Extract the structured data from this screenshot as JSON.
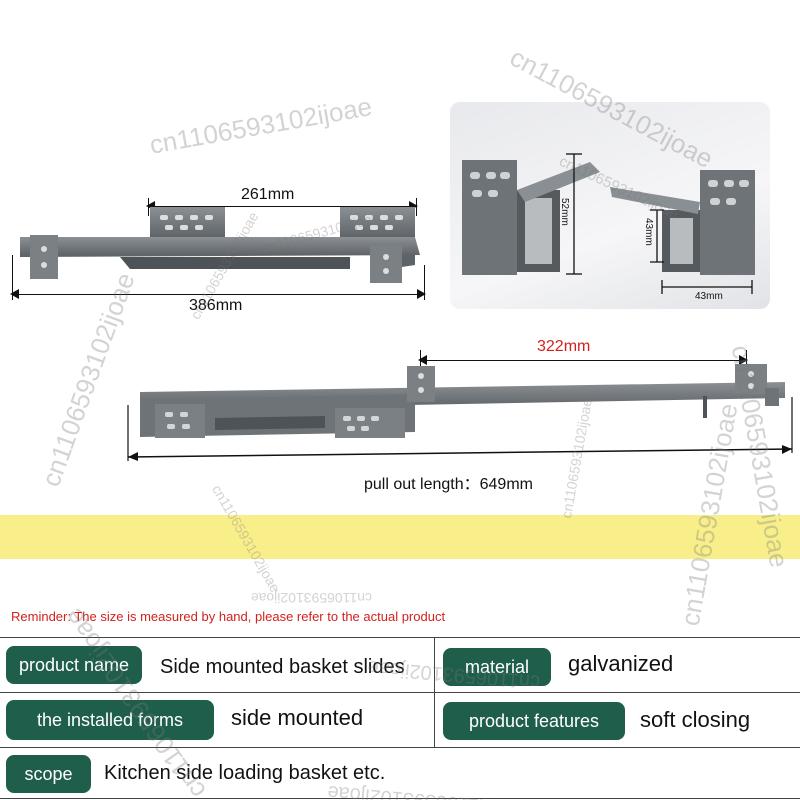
{
  "top_slide": {
    "inner_dim": "261mm",
    "outer_dim": "386mm"
  },
  "photo": {
    "dim_height": "52mm",
    "dim_inner": "43mm",
    "dim_width": "43mm"
  },
  "extended_slide": {
    "dim": "322mm",
    "pull_out_label": "pull out length：649mm",
    "dim_color": "#d2211f"
  },
  "reminder": "Reminder: The size is measured by hand, please refer to the actual product",
  "specs": {
    "product_name_label": "product name",
    "product_name_value": "Side mounted basket slides",
    "material_label": "material",
    "material_value": "galvanized",
    "installed_forms_label": "the installed forms",
    "installed_forms_value": "side mounted",
    "product_features_label": "product features",
    "product_features_value": "soft closing",
    "scope_label": "scope",
    "scope_value": "Kitchen side loading basket etc."
  },
  "watermark": "cn1106593102ijoae",
  "colors": {
    "pill": "#1f5e4b",
    "band": "#f8ef8b",
    "reminder": "#d2211f",
    "slide_metal": "#6e7377"
  }
}
